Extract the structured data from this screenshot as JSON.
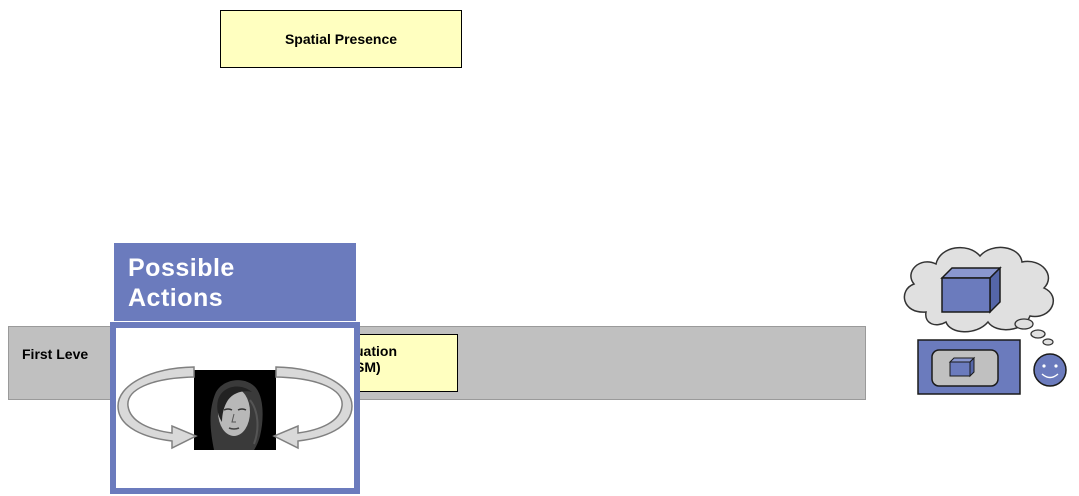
{
  "top_box": {
    "label": "Spatial Presence"
  },
  "band": {
    "label": "First Leve"
  },
  "ssm_box": {
    "line1": "uation",
    "line2": "SM)"
  },
  "actions_box": {
    "title_line1": "Possible",
    "title_line2": "Actions"
  },
  "colors": {
    "accent": "#6b7bbd",
    "box_fill": "#ffffc0",
    "band_fill": "#c0c0c0"
  }
}
